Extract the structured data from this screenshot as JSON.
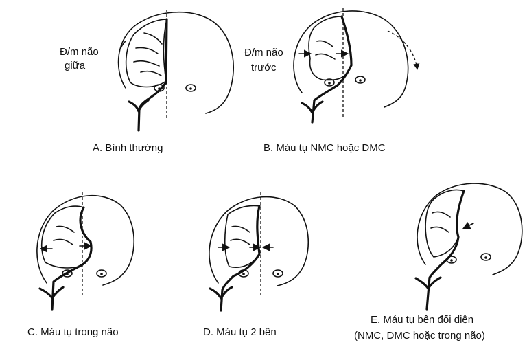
{
  "panels": [
    {
      "id": "A",
      "caption": "A. Bình thường"
    },
    {
      "id": "B",
      "caption": "B. Máu tụ NMC hoặc DMC"
    },
    {
      "id": "C",
      "caption": "C. Máu tụ trong não"
    },
    {
      "id": "D",
      "caption": "D. Máu tụ 2 bên"
    },
    {
      "id": "E",
      "caption_line1": "E. Máu tụ bên đối diện",
      "caption_line2": "(NMC, DMC hoặc trong não)"
    }
  ],
  "annotations": {
    "middle_artery_line1": "Đ/m não",
    "middle_artery_line2": "giữa",
    "anterior_artery_line1": "Đ/m não",
    "anterior_artery_line2": "trước"
  },
  "icons": [
    "head-outline-icon",
    "artery-icon",
    "midline-icon",
    "shift-arrow-icon",
    "eye-icon",
    "rotation-arrow-icon"
  ]
}
